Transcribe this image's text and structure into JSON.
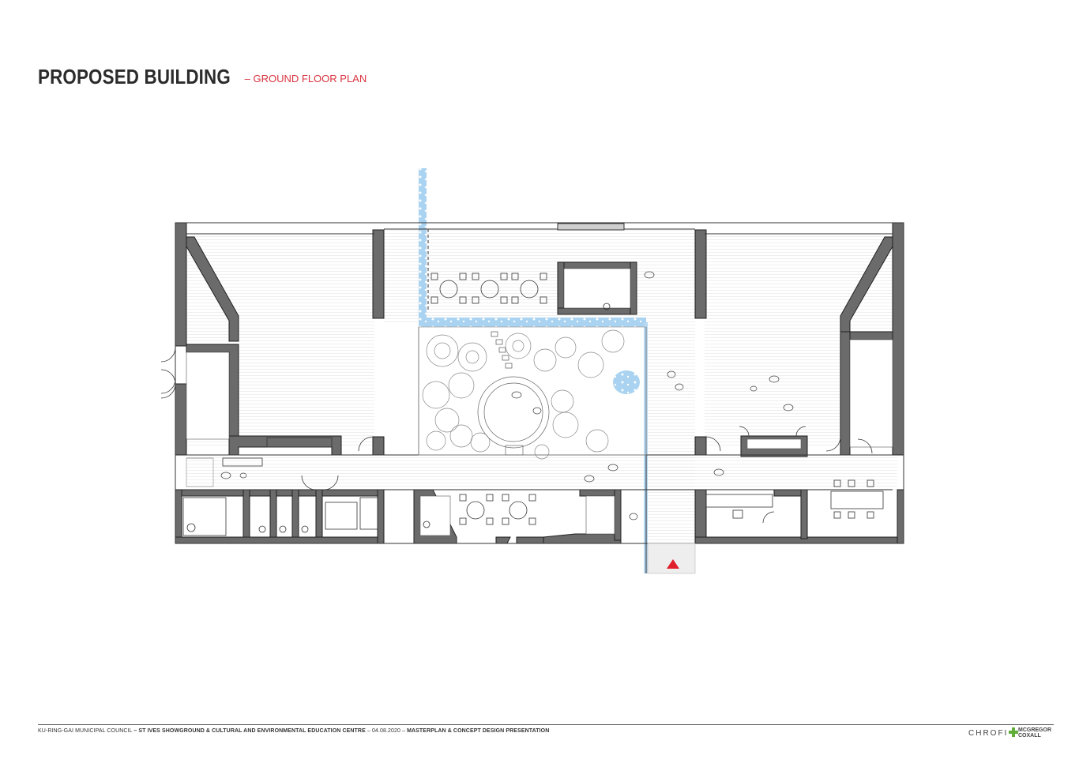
{
  "title": {
    "main": "PROPOSED BUILDING",
    "sub": "– GROUND FLOOR PLAN"
  },
  "footer": {
    "client": "KU-RING-GAI MUNICIPAL COUNCIL",
    "project": "– ST IVES SHOWGROUND & CULTURAL AND ENVIRONMENTAL EDUCATION CENTRE",
    "date": "– 04.08.2020 –",
    "presentation": "MASTERPLAN & CONCEPT DESIGN PRESENTATION"
  },
  "logos": {
    "chrofi": "CHROFI",
    "mcgregor_line1": "MCGREGOR",
    "mcgregor_line2": "COXALL"
  },
  "colors": {
    "wall": "#6b6b6b",
    "water": "#b7d9f2",
    "accent": "#e0202b",
    "line": "#555555"
  }
}
